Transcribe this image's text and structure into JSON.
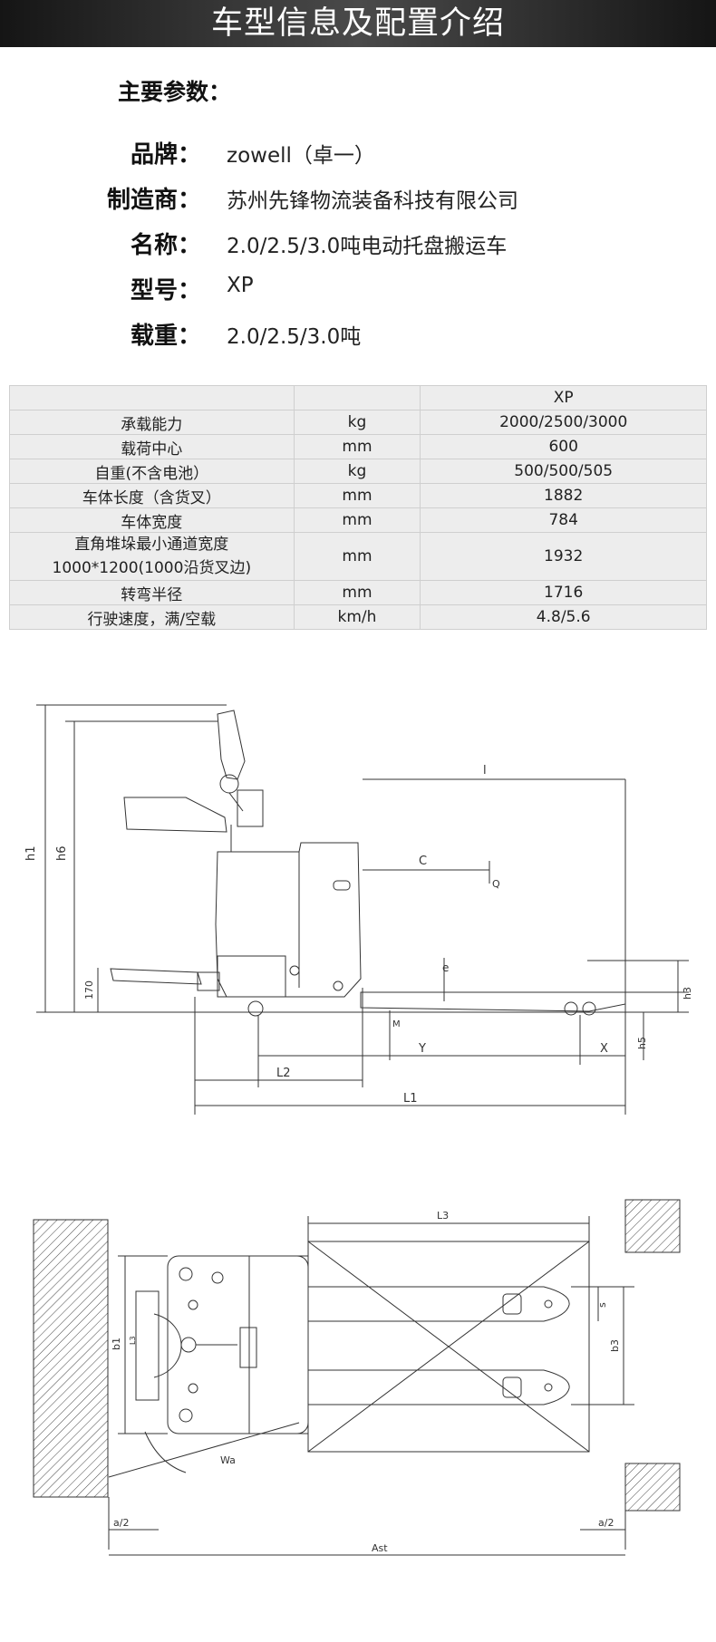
{
  "banner_title": "车型信息及配置介绍",
  "section_title": "主要参数：",
  "specs": [
    {
      "label": "品牌：",
      "value": "zowell（卓一）"
    },
    {
      "label": "制造商：",
      "value": "苏州先锋物流装备科技有限公司"
    },
    {
      "label": "名称：",
      "value": "2.0/2.5/3.0吨电动托盘搬运车"
    },
    {
      "label": "型号：",
      "value": "XP"
    },
    {
      "label": "载重：",
      "value": "2.0/2.5/3.0吨"
    }
  ],
  "table": {
    "header": [
      "",
      "",
      "XP"
    ],
    "rows": [
      [
        "承载能力",
        "kg",
        "2000/2500/3000"
      ],
      [
        "载荷中心",
        "mm",
        "600"
      ],
      [
        "自重(不含电池）",
        "kg",
        "500/500/505"
      ],
      [
        "车体长度（含货叉）",
        "mm",
        "1882"
      ],
      [
        "车体宽度",
        "mm",
        "784"
      ],
      [
        "直角堆垛最小通道宽度\n1000*1200(1000沿货叉边)",
        "mm",
        "1932"
      ],
      [
        "转弯半径",
        "mm",
        "1716"
      ],
      [
        "行驶速度，满/空载",
        "km/h",
        "4.8/5.6"
      ]
    ]
  },
  "side_drawing": {
    "labels": {
      "h1": "h1",
      "h6": "h6",
      "h170": "170",
      "l": "l",
      "c": "C",
      "q": "Q",
      "e": "e",
      "m": "M",
      "h3": "h3",
      "h5": "h5",
      "y": "Y",
      "x": "X",
      "l2": "L2",
      "l1": "L1"
    }
  },
  "top_drawing": {
    "labels": {
      "l3": "L3",
      "b1": "b1",
      "b3": "b3",
      "s": "s",
      "wa": "Wa",
      "a2_left": "a/2",
      "a2_right": "a/2",
      "ast": "Ast",
      "marker": "L3"
    }
  }
}
